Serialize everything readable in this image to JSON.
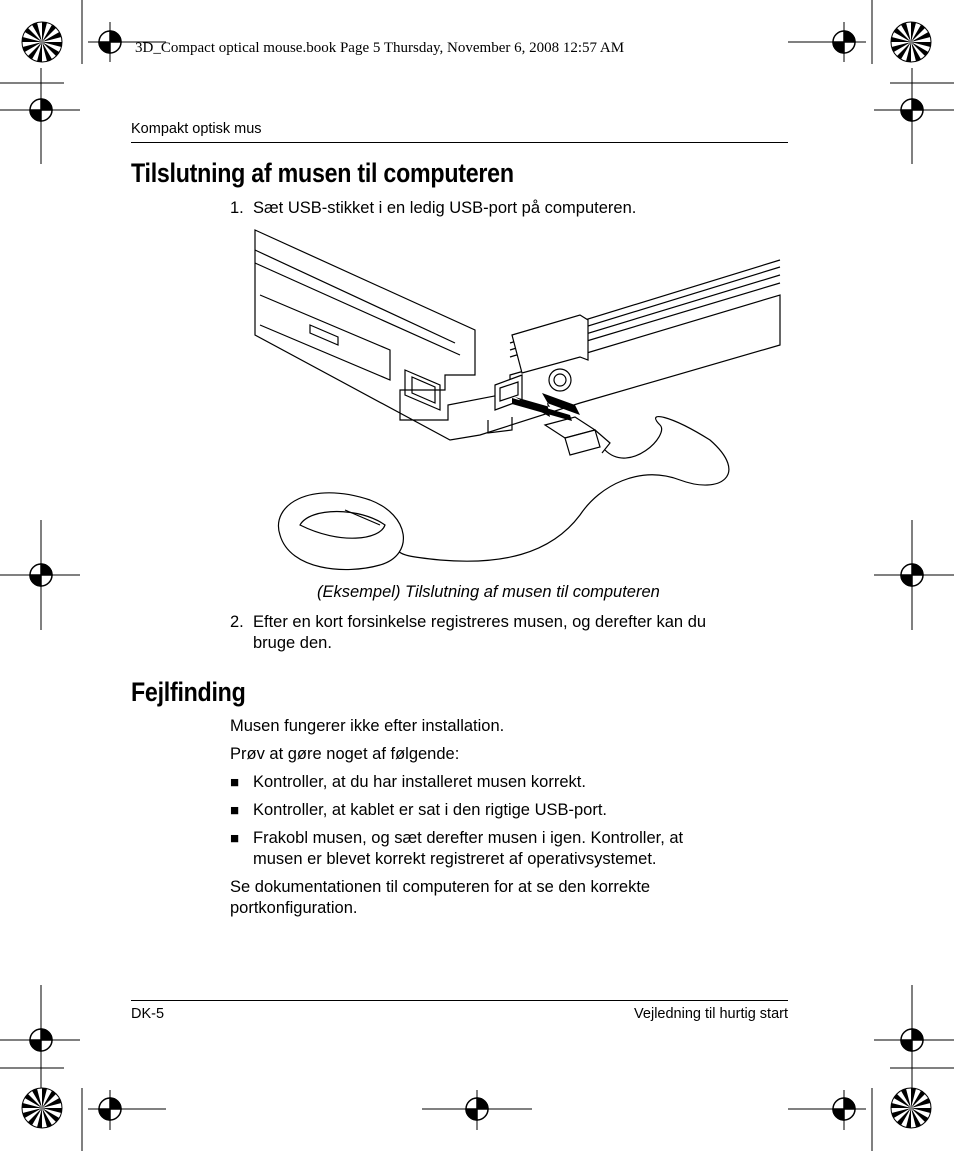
{
  "slug": "3D_Compact optical mouse.book  Page 5  Thursday, November 6, 2008  12:57 AM",
  "running_head": "Kompakt optisk mus",
  "section1": {
    "title": "Tilslutning af musen til computeren",
    "step1_number": "1.",
    "step1_text": "Sæt USB-stikket i en ledig USB-port på computeren.",
    "caption": "(Eksempel) Tilslutning af musen til computeren",
    "step2_number": "2.",
    "step2_line1": "Efter en kort forsinkelse registreres musen, og derefter kan du",
    "step2_line2": "bruge den."
  },
  "section2": {
    "title": "Fejlfinding",
    "intro1": "Musen fungerer ikke efter installation.",
    "intro2": "Prøv at gøre noget af følgende:",
    "bullet_glyph": "■",
    "bullet1": "Kontroller, at du har installeret musen korrekt.",
    "bullet2": "Kontroller, at kablet er sat i den rigtige USB-port.",
    "bullet3_line1": "Frakobl musen, og sæt derefter musen i igen. Kontroller, at",
    "bullet3_line2": "musen er blevet korrekt registreret af operativsystemet.",
    "outro_line1": "Se dokumentationen til computeren for at se den korrekte",
    "outro_line2": "portkonfiguration."
  },
  "footer": {
    "page_number": "DK-5",
    "guide_title": "Vejledning til hurtig start"
  }
}
